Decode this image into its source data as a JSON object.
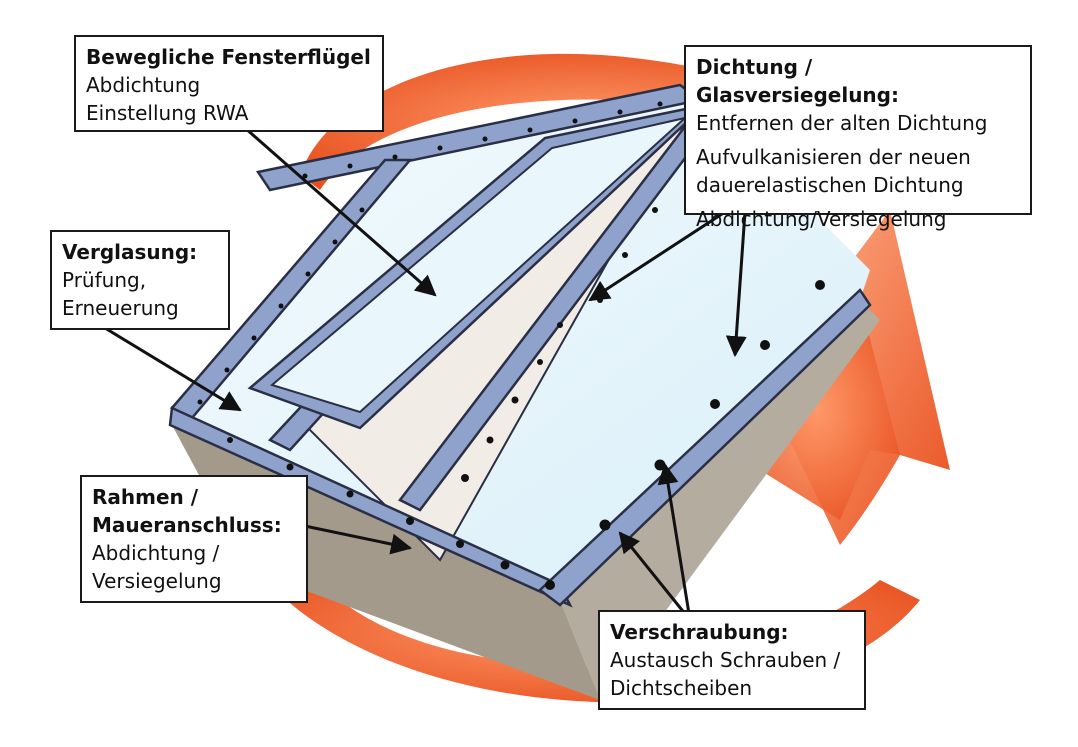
{
  "colors": {
    "arrow_orange": "#e8501f",
    "frame_blue": "#8fa2cc",
    "frame_stroke": "#2a2f45",
    "glass": "#e6f4fb",
    "wall_face": "#a49a8c",
    "panel_beige": "#f2ece6"
  },
  "callouts": {
    "fensterfluegel": {
      "title": "Bewegliche Fensterflügel",
      "lines": [
        "Abdichtung",
        "Einstellung RWA"
      ]
    },
    "dichtung": {
      "title": "Dichtung / Glasversiegelung:",
      "lines": [
        "Entfernen der alten Dichtung",
        "Aufvulkanisieren der neuen",
        "dauerelastischen Dichtung",
        "Abdichtung/Versiegelung"
      ]
    },
    "verglasung": {
      "title": "Verglasung:",
      "lines": [
        "Prüfung,",
        "Erneuerung"
      ]
    },
    "rahmen": {
      "title_lines": [
        "Rahmen /",
        "Maueranschluss:"
      ],
      "lines": [
        "Abdichtung /",
        "Versiegelung"
      ]
    },
    "verschraubung": {
      "title": "Verschraubung:",
      "lines": [
        "Austausch Schrauben /",
        "Dichtscheiben"
      ]
    }
  }
}
